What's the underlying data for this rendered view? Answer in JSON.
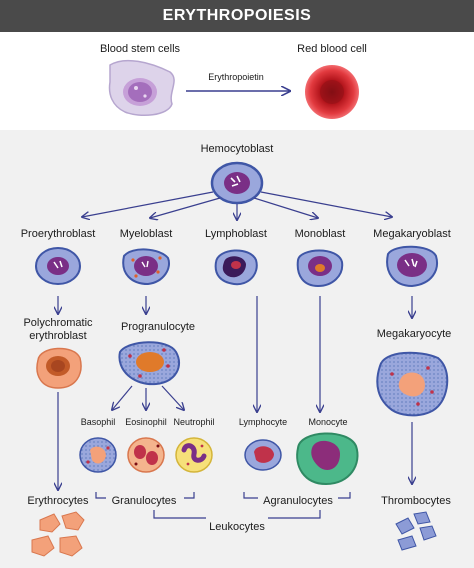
{
  "title": "ERYTHROPOIESIS",
  "top": {
    "stem_label": "Blood stem cells",
    "arrow_label": "Erythropoietin",
    "rbc_label": "Red blood cell"
  },
  "cells": {
    "hemocytoblast": "Hemocytoblast",
    "proerythroblast": "Proerythroblast",
    "myeloblast": "Myeloblast",
    "lymphoblast": "Lymphoblast",
    "monoblast": "Monoblast",
    "megakaryoblast": "Megakaryoblast",
    "polychromatic_line1": "Polychromatic",
    "polychromatic_line2": "erythroblast",
    "progranulocyte": "Progranulocyte",
    "megakaryocyte": "Megakaryocyte",
    "basophil": "Basophil",
    "eosinophil": "Eosinophil",
    "neutrophil": "Neutrophil",
    "lymphocyte": "Lymphocyte",
    "monocyte": "Monocyte",
    "erythrocytes": "Erythrocytes",
    "thrombocytes": "Thrombocytes"
  },
  "groups": {
    "granulocytes": "Granulocytes",
    "agranulocytes": "Agranulocytes",
    "leukocytes": "Leukocytes"
  },
  "colors": {
    "header_bg": "#4a4a4a",
    "panel_bg": "#f1f1f1",
    "arrow": "#3a3f8f",
    "cell_blue": "#9aa7dc",
    "nucleus_purple": "#7a2f86",
    "red_blood_cell": "#b3151c"
  }
}
